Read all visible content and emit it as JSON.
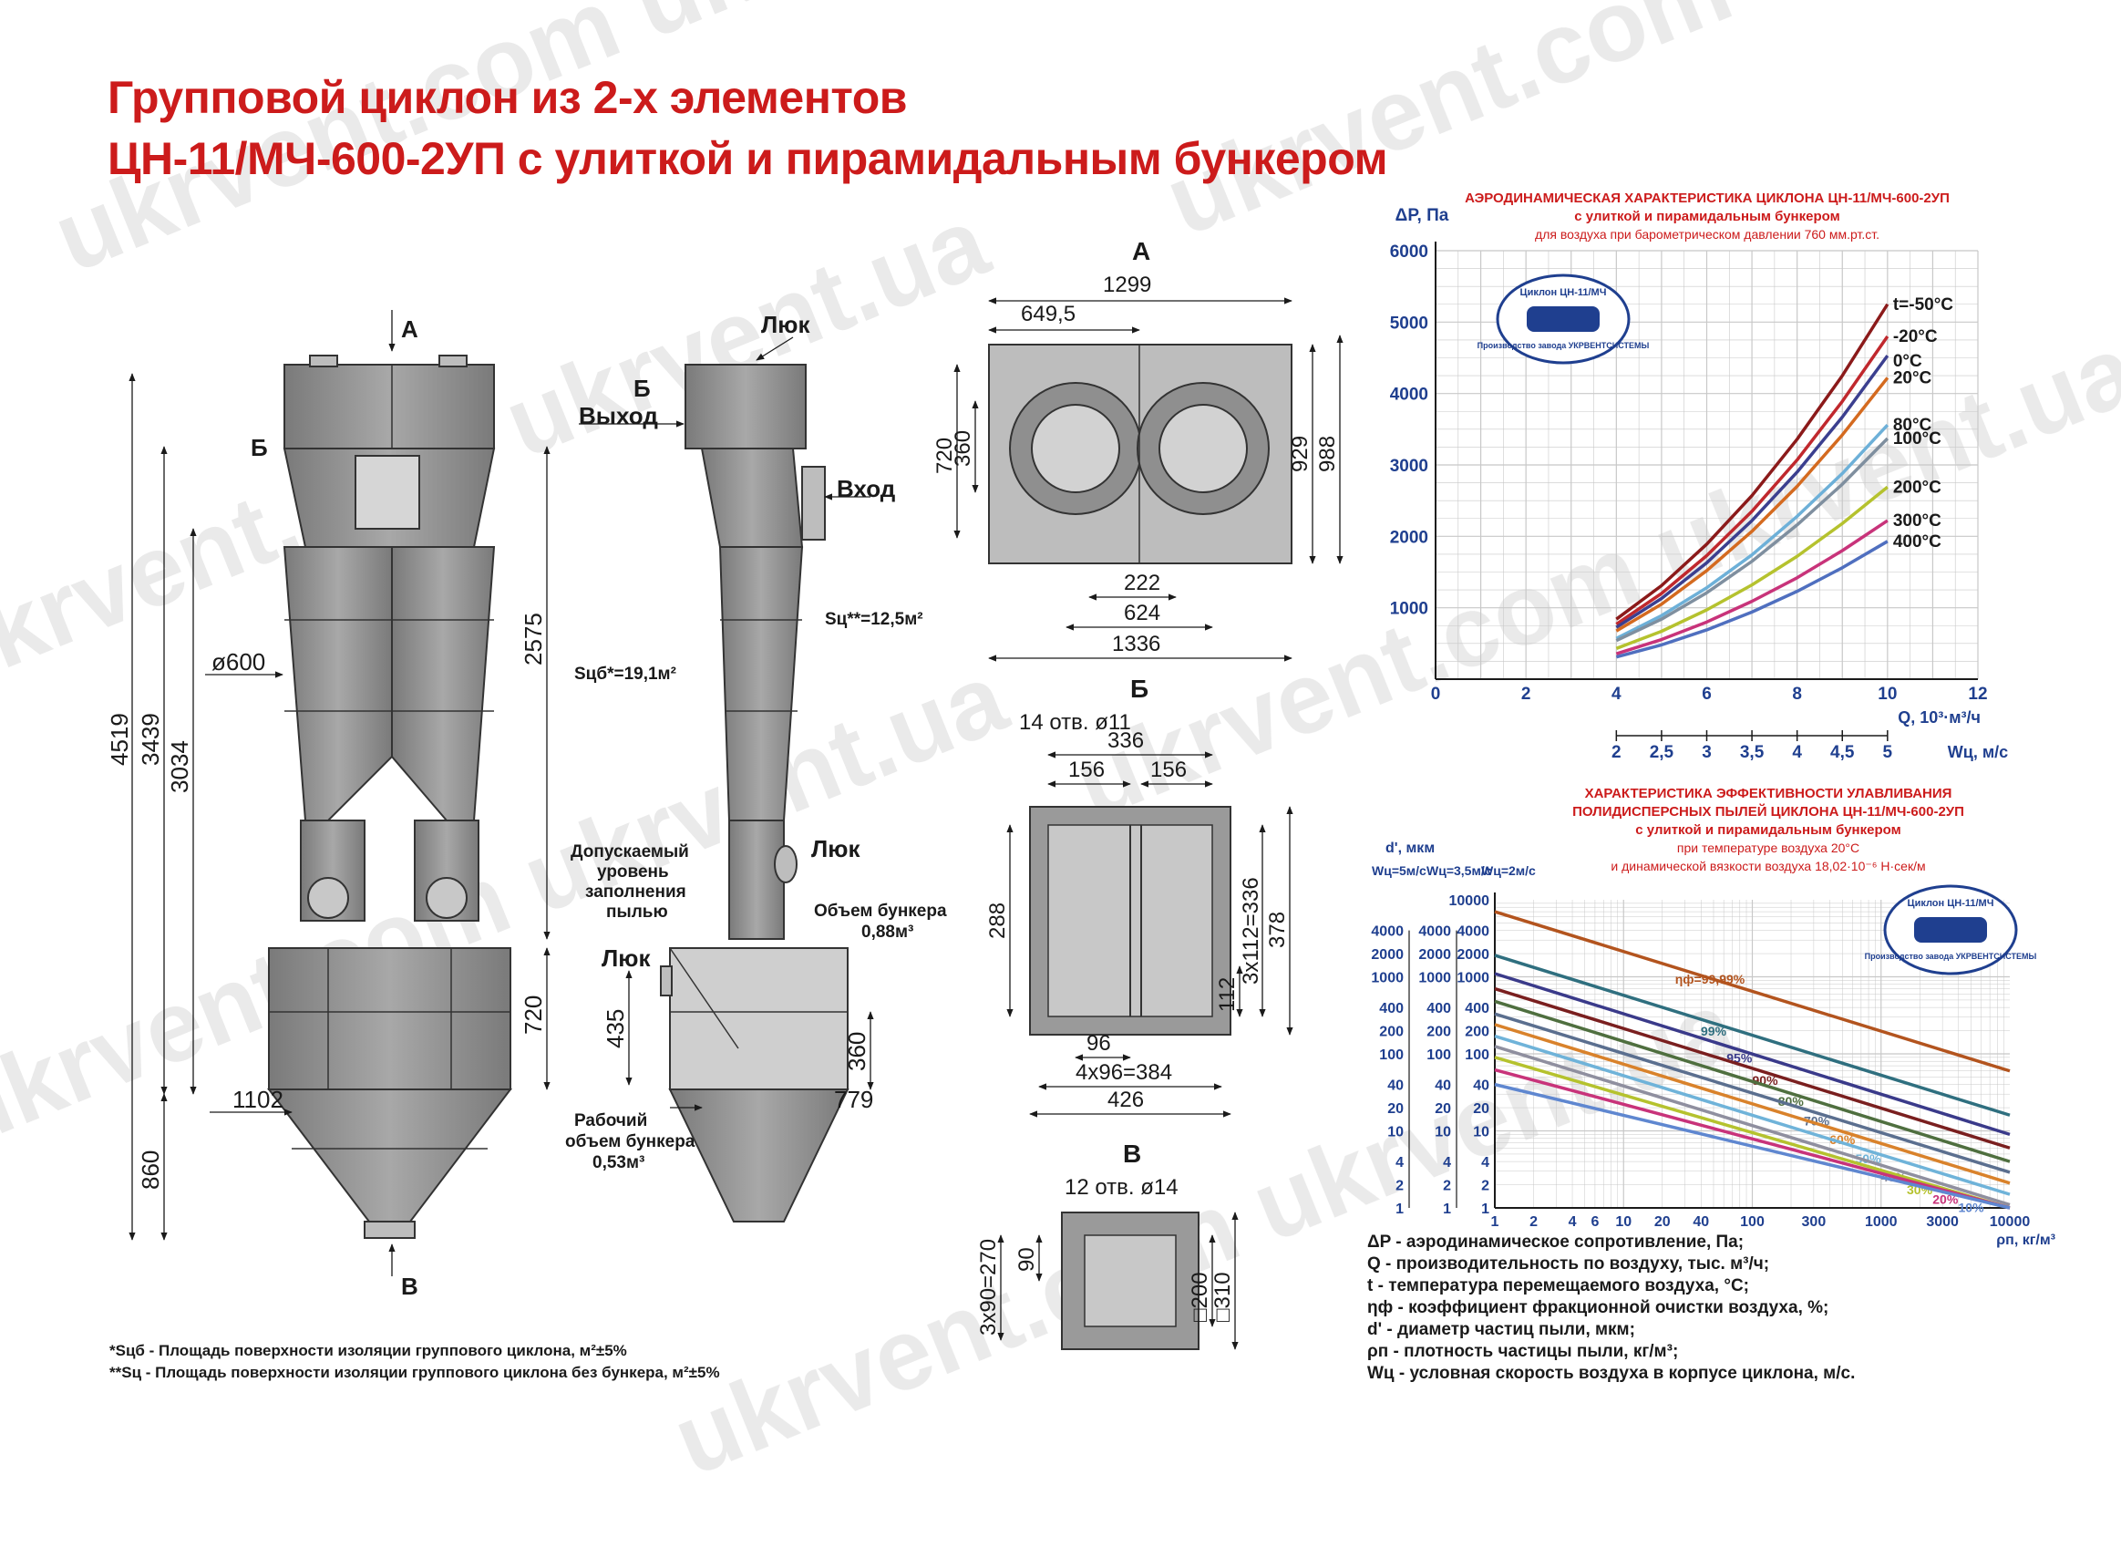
{
  "title": {
    "line1": "Групповой циклон из 2-х элементов",
    "line2": "ЦН-11/МЧ-600-2УП с улиткой и пирамидальным бункером"
  },
  "watermark": "ukrvent.com ukrvent.ua",
  "drawing_labels": {
    "view_a": "А",
    "view_b": "Б",
    "view_v": "В",
    "hatch": "Люк",
    "outlet": "Выход",
    "inlet": "Вход",
    "dim_4519": "4519",
    "dim_3439": "3439",
    "dim_3034": "3034",
    "dim_2575": "2575",
    "dim_720": "720",
    "dim_860": "860",
    "dim_1102": "1102",
    "dim_779": "779",
    "dim_435": "435",
    "dim_360": "360",
    "dia_600": "ø600",
    "area_s_cb": "Sцб*=19,1м²",
    "area_s_c": "Sц**=12,5м²",
    "fill_level": [
      "Допускаемый",
      "уровень",
      "заполнения",
      "пылью"
    ],
    "bunker_volume": [
      "Объем бункера",
      "0,88м³"
    ],
    "working_volume": [
      "Рабочий",
      "объем бункера",
      "0,53м³"
    ]
  },
  "view_a_dims": {
    "d1299": "1299",
    "d649": "649,5",
    "d720": "720",
    "d360": "360",
    "d929": "929",
    "d988": "988",
    "d222": "222",
    "d624": "624",
    "d1336": "1336"
  },
  "view_b_dims": {
    "holes": "14 отв. ø11",
    "d336": "336",
    "d156a": "156",
    "d156b": "156",
    "d288": "288",
    "d3x112": "3х112=336",
    "d378": "378",
    "d112": "112",
    "d96": "96",
    "d4x96": "4х96=384",
    "d426": "426"
  },
  "view_v_dims": {
    "holes": "12 отв. ø14",
    "d3x90": "3х90=270",
    "d90": "90",
    "d200": "□200",
    "d310": "□310"
  },
  "footnotes": [
    "*Sцб - Площадь поверхности изоляции группового циклона, м²±5%",
    "**Sц - Площадь поверхности изоляции группового циклона без бункера, м²±5%"
  ],
  "badge": {
    "top": "Циклон ЦН-11/МЧ",
    "bottom": "Производство завода УКРВЕНТСИСТЕМЫ"
  },
  "legend": [
    "ΔP - аэродинамическое сопротивление, Па;",
    "Q - производительность по воздуху, тыс. м³/ч;",
    "t - температура перемещаемого воздуха, °С;",
    "ηф - коэффициент фракционной очистки воздуха, %;",
    "d' - диаметр частиц пыли, мкм;",
    "ρп - плотность частицы пыли, кг/м³;",
    "Wц - условная скорость воздуха в корпусе циклона, м/с."
  ],
  "colors": {
    "title_red": "#cc1b1b",
    "axis_blue": "#1f3f8f",
    "metal_gray": "#8f8f8f",
    "grid": "#c8c8c8"
  },
  "chart_data": [
    {
      "type": "line",
      "title": "АЭРОДИНАМИЧЕСКАЯ ХАРАКТЕРИСТИКА ЦИКЛОНА ЦН-11/МЧ-600-2УП",
      "subtitle": "с улиткой и пирамидальным бункером",
      "subtitle2": "для воздуха при барометрическом давлении 760 мм.рт.ст.",
      "xlabel": "Q, 10³·м³/ч",
      "ylabel": "ΔP, Па",
      "x2label": "Wц, м/с",
      "xlim": [
        0,
        12
      ],
      "ylim": [
        0,
        6000
      ],
      "xticks": [
        0,
        2,
        4,
        6,
        8,
        10,
        12
      ],
      "yticks": [
        1000,
        2000,
        3000,
        4000,
        5000,
        6000
      ],
      "x2ticks": [
        {
          "label": "2",
          "q": 4.0
        },
        {
          "label": "2,5",
          "q": 5.0
        },
        {
          "label": "3",
          "q": 6.0
        },
        {
          "label": "3,5",
          "q": 7.0
        },
        {
          "label": "4",
          "q": 8.0
        },
        {
          "label": "4,5",
          "q": 9.0
        },
        {
          "label": "5",
          "q": 10.0
        }
      ],
      "grid": true,
      "x": [
        4,
        5,
        6,
        7,
        8,
        9,
        10
      ],
      "series": [
        {
          "name": "t=-50°С",
          "color": "#8b1a1a",
          "values": [
            840,
            1310,
            1890,
            2570,
            3360,
            4250,
            5250
          ]
        },
        {
          "name": "-20°С",
          "color": "#c0282d",
          "values": [
            770,
            1200,
            1730,
            2350,
            3070,
            3890,
            4800
          ]
        },
        {
          "name": "0°С",
          "color": "#3b3f8f",
          "values": [
            725,
            1130,
            1630,
            2220,
            2900,
            3670,
            4530
          ]
        },
        {
          "name": "20°С",
          "color": "#d46a1f",
          "values": [
            675,
            1050,
            1520,
            2070,
            2700,
            3420,
            4220
          ]
        },
        {
          "name": "80°С",
          "color": "#6db0d8",
          "values": [
            570,
            890,
            1280,
            1740,
            2280,
            2880,
            3560
          ]
        },
        {
          "name": "100°С",
          "color": "#7f8f9f",
          "values": [
            540,
            840,
            1210,
            1650,
            2160,
            2730,
            3370
          ]
        },
        {
          "name": "200°С",
          "color": "#b5c22e",
          "values": [
            430,
            670,
            970,
            1320,
            1720,
            2180,
            2690
          ]
        },
        {
          "name": "300°С",
          "color": "#c8337a",
          "values": [
            355,
            555,
            800,
            1090,
            1420,
            1800,
            2220
          ]
        },
        {
          "name": "400°С",
          "color": "#4f6fbf",
          "values": [
            310,
            480,
            690,
            940,
            1230,
            1560,
            1930
          ]
        }
      ]
    },
    {
      "type": "line",
      "title": "ХАРАКТЕРИСТИКА ЭФФЕКТИВНОСТИ УЛАВЛИВАНИЯ",
      "subtitle": "ПОЛИДИСПЕРСНЫХ ПЫЛЕЙ ЦИКЛОНА ЦН-11/МЧ-600-2УП",
      "subtitle2": "с улиткой и пирамидальным бункером",
      "subtitle3": "при температуре воздуха 20°С",
      "subtitle4": "и динамической вязкости воздуха 18,02·10⁻⁶ Н·сек/м",
      "xlabel": "ρп, кг/м³",
      "ylabel": "d', мкм",
      "col_labels": [
        "Wц=5м/с",
        "Wц=3,5м/с",
        "Wц=2м/с"
      ],
      "log_x": true,
      "log_y": true,
      "xlim": [
        1,
        10000
      ],
      "ylim": [
        1,
        10000
      ],
      "xticks": [
        "1",
        "2",
        "4",
        "6",
        "10",
        "20",
        "40",
        "100",
        "300",
        "1000",
        "3000",
        "10000"
      ],
      "xtick_values": [
        1,
        2,
        4,
        6,
        10,
        20,
        40,
        100,
        300,
        1000,
        3000,
        10000
      ],
      "yticks_main": [
        "10000",
        "4000",
        "2000",
        "1000",
        "400",
        "200",
        "100",
        "40",
        "20",
        "10",
        "4",
        "2",
        "1"
      ],
      "ytick_values": [
        10000,
        4000,
        2000,
        1000,
        400,
        200,
        100,
        40,
        20,
        10,
        4,
        2,
        1
      ],
      "yticks_w5": [
        "4000",
        "2000",
        "1000",
        "400",
        "200",
        "100",
        "40",
        "20",
        "10",
        "4",
        "2",
        "1"
      ],
      "yticks_w35": [
        "4000",
        "2000",
        "1000",
        "400",
        "200",
        "100",
        "40",
        "20",
        "10",
        "4",
        "2",
        "1"
      ],
      "grid": true,
      "series": [
        {
          "name": "ηф=99,99%",
          "color": "#b3541e",
          "x": [
            1,
            10000
          ],
          "values": [
            7000,
            60
          ]
        },
        {
          "name": "99%",
          "color": "#2f6f7f",
          "x": [
            1,
            10000
          ],
          "values": [
            1900,
            16
          ]
        },
        {
          "name": "95%",
          "color": "#3a3a8a",
          "x": [
            1,
            10000
          ],
          "values": [
            1100,
            9
          ]
        },
        {
          "name": "90%",
          "color": "#7a1f1f",
          "x": [
            1,
            10000
          ],
          "values": [
            700,
            6
          ]
        },
        {
          "name": "80%",
          "color": "#4f6f3f",
          "x": [
            1,
            10000
          ],
          "values": [
            480,
            4
          ]
        },
        {
          "name": "70%",
          "color": "#5b6f8f",
          "x": [
            1,
            10000
          ],
          "values": [
            330,
            2.9
          ]
        },
        {
          "name": "60%",
          "color": "#d9822b",
          "x": [
            1,
            10000
          ],
          "values": [
            240,
            2.1
          ]
        },
        {
          "name": "50%",
          "color": "#6fb3d9",
          "x": [
            1,
            10000
          ],
          "values": [
            170,
            1.5
          ]
        },
        {
          "name": "40%",
          "color": "#8f8f9f",
          "x": [
            1,
            10000
          ],
          "values": [
            125,
            1.1
          ]
        },
        {
          "name": "30%",
          "color": "#b5c22e",
          "x": [
            1,
            10000
          ],
          "values": [
            90,
            0.8
          ]
        },
        {
          "name": "20%",
          "color": "#c8337a",
          "x": [
            1,
            10000
          ],
          "values": [
            62,
            0.55
          ]
        },
        {
          "name": "10%",
          "color": "#5f87d0",
          "x": [
            1,
            10000
          ],
          "values": [
            40,
            0.35
          ]
        }
      ]
    }
  ]
}
